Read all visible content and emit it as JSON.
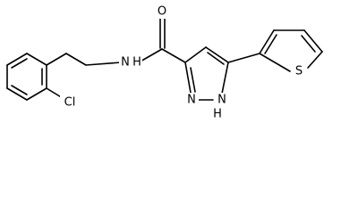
{
  "molecule": {
    "atoms": {
      "oxygen": "O",
      "amide_nitrogen": "N",
      "amide_hydrogen": "H",
      "pyrazole_nitrogen": "N",
      "pyrazole_nh": "N",
      "pyrazole_nh_hydrogen": "H",
      "sulfur": "S",
      "chlorine": "Cl"
    }
  }
}
